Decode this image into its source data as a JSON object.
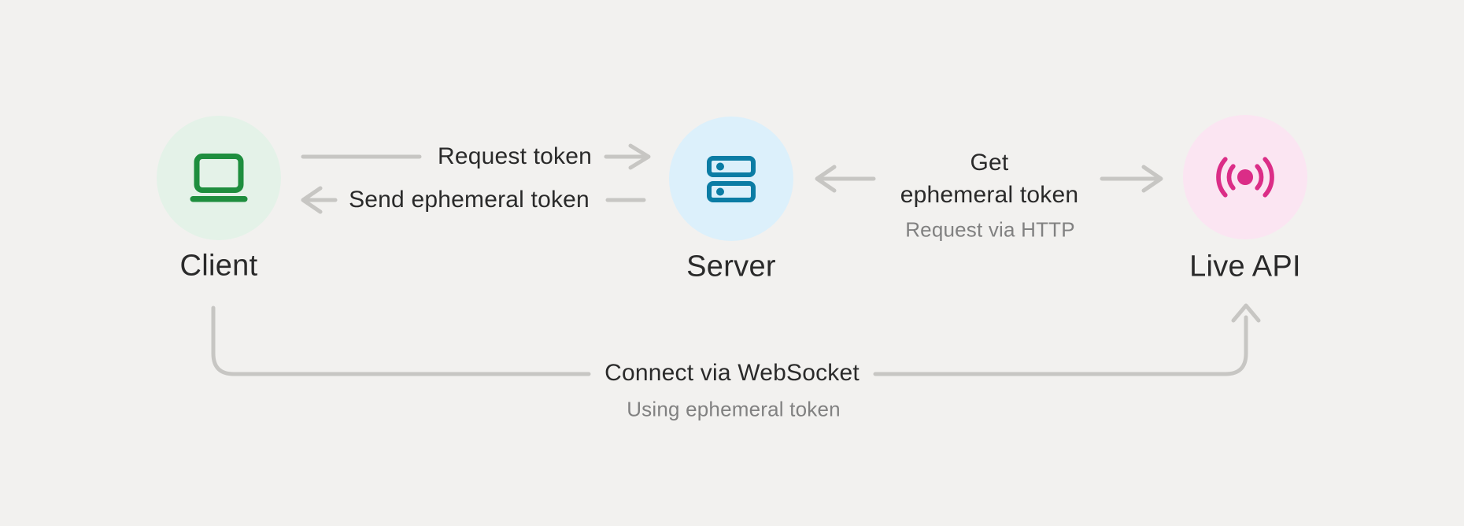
{
  "colors": {
    "background": "#F2F1EF",
    "connector": "#C7C6C3",
    "text_primary": "#2A2A2A",
    "text_secondary": "#818181",
    "client_icon": "#1E8E3E",
    "client_circle": "#E4F2E8",
    "server_icon": "#0B7CA4",
    "server_circle": "#DCF0FB",
    "live_api_icon": "#DB2D87",
    "live_api_circle": "#FBE5F2"
  },
  "diagram": {
    "nodes": {
      "client": {
        "label": "Client",
        "icon": "laptop-icon"
      },
      "server": {
        "label": "Server",
        "icon": "server-rack-icon"
      },
      "live_api": {
        "label": "Live API",
        "icon": "broadcast-icon"
      }
    },
    "edges": {
      "request_token": {
        "label": "Request token",
        "from": "Client",
        "to": "Server",
        "direction": "right"
      },
      "send_ephemeral_token": {
        "label": "Send ephemeral token",
        "from": "Server",
        "to": "Client",
        "direction": "left"
      },
      "get_ephemeral_token": {
        "label_line1": "Get",
        "label_line2": "ephemeral token",
        "sublabel": "Request via HTTP",
        "from": "Server",
        "to": "Live API",
        "direction": "both"
      },
      "connect_websocket": {
        "label": "Connect via WebSocket",
        "sublabel": "Using ephemeral token",
        "from": "Client",
        "to": "Live API",
        "direction": "up"
      }
    }
  }
}
